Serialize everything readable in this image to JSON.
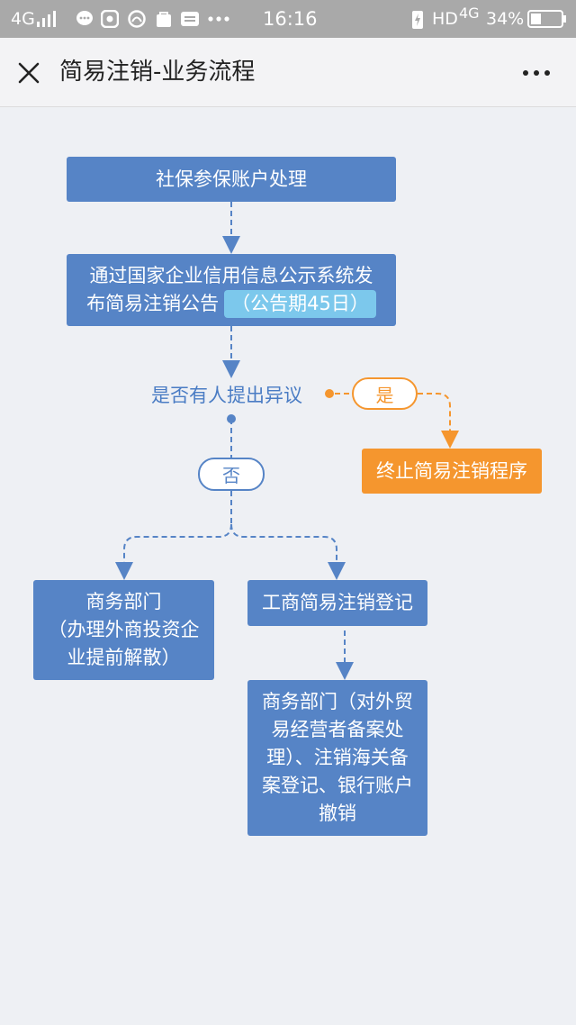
{
  "status_bar": {
    "network_left": "4G",
    "time": "16:16",
    "hd": "HD",
    "network_right": "4G",
    "battery_percent": "34%",
    "battery_level": 0.34
  },
  "nav": {
    "title": "简易注销-业务流程"
  },
  "flow": {
    "step1": "社保参保账户处理",
    "step2_line1": "通过国家企业信用信息公示系统发",
    "step2_line2": "布简易注销公告",
    "step2_period": "（公告期45日）",
    "decision": "是否有人提出异议",
    "yes_label": "是",
    "no_label": "否",
    "terminate": "终止简易注销程序",
    "commerce_line1": "商务部门",
    "commerce_line2": "（办理外商投资企",
    "commerce_line3": "业提前解散）",
    "registration": "工商简易注销登记",
    "final_line1": "商务部门（对外贸",
    "final_line2": "易经营者备案处",
    "final_line3": "理）、注销海关备",
    "final_line4": "案登记、银行账户",
    "final_line5": "撤销"
  },
  "colors": {
    "blue_box": "#5684c6",
    "orange_box": "#f5962e",
    "period_highlight": "#7cc8ec",
    "connector_blue": "#5684c6",
    "connector_orange": "#f5962e",
    "background": "#eef0f4"
  }
}
